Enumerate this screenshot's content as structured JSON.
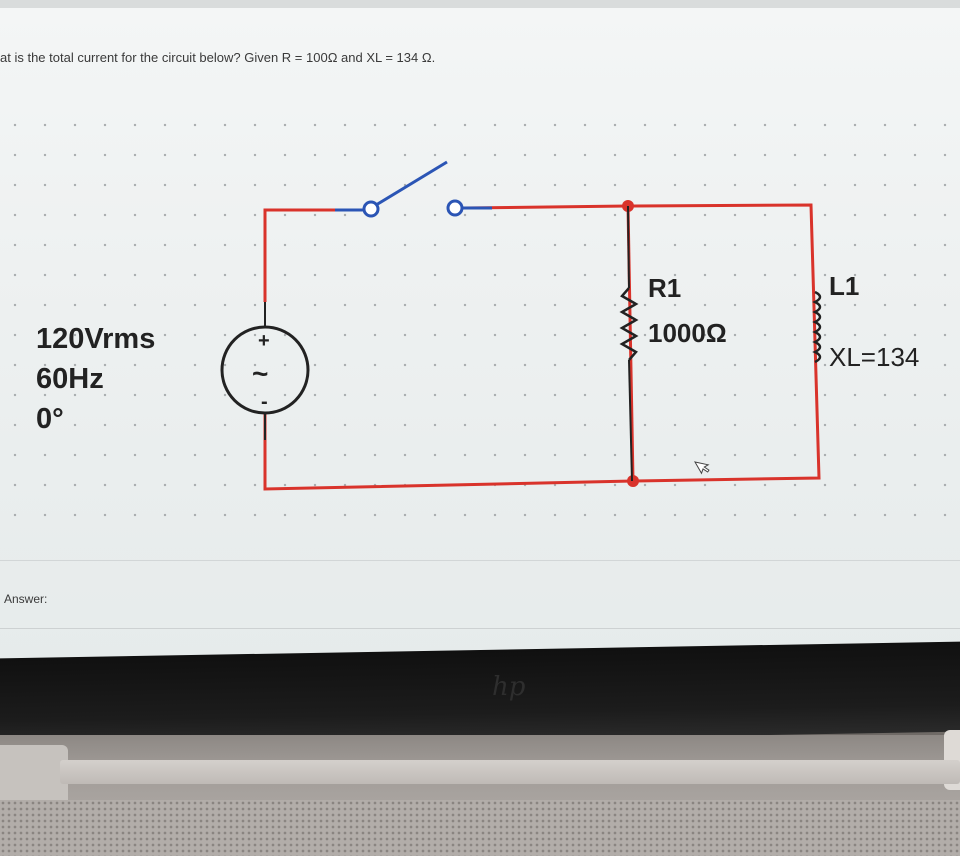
{
  "question": {
    "text": "at is the total current for the circuit below? Given R = 100Ω and XL = 134 Ω."
  },
  "source": {
    "voltage": "120Vrms",
    "frequency": "60Hz",
    "phase": "0°",
    "plus_sign": "+",
    "wave_symbol": "~",
    "minus_sign": "-"
  },
  "resistor": {
    "name": "R1",
    "value": "1000Ω"
  },
  "inductor": {
    "name": "L1",
    "value": "XL=134"
  },
  "answer": {
    "label": "Answer:"
  },
  "laptop": {
    "logo": "hp"
  },
  "colors": {
    "wire": "#d9332b",
    "switch": "#2b55b5",
    "node": "#d9332b",
    "component": "#222222"
  }
}
